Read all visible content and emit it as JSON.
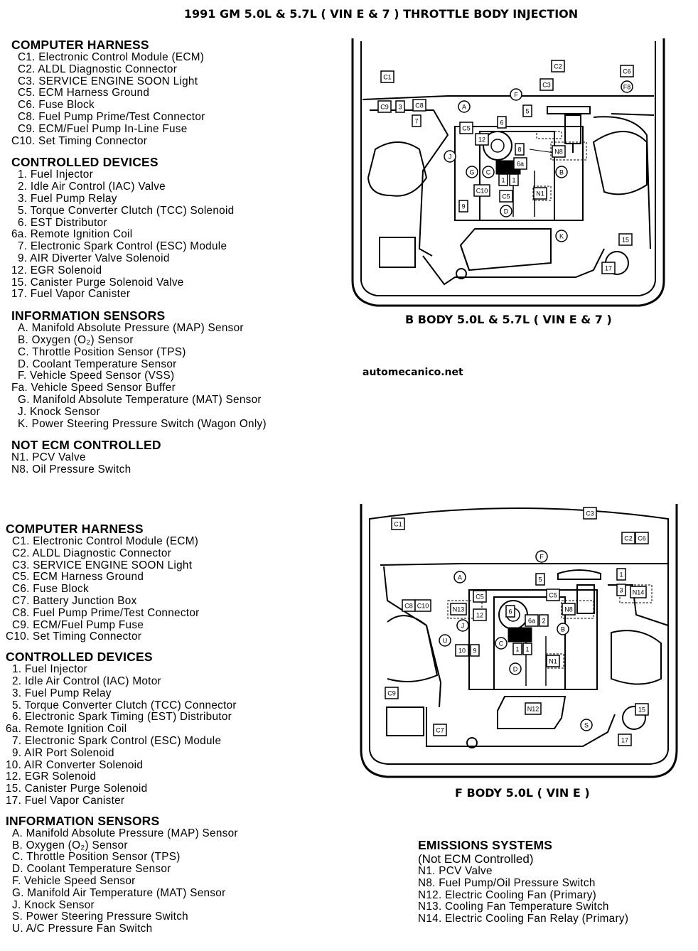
{
  "title": "1991 GM 5.0L & 5.7L ( VIN E & 7 ) THROTTLE BODY INJECTION",
  "website": "automecanico.net",
  "b_body": {
    "caption": "B BODY 5.0L & 5.7L ( VIN E & 7 )",
    "computer_harness": {
      "heading": "COMPUTER HARNESS",
      "items": [
        "C1. Electronic Control Module (ECM)",
        "C2. ALDL Diagnostic Connector",
        "C3. SERVICE ENGINE SOON Light",
        "C5. ECM Harness Ground",
        "C6. Fuse Block",
        "C8. Fuel Pump Prime/Test Connector",
        "C9. ECM/Fuel Pump In-Line Fuse",
        "C10. Set Timing Connector"
      ]
    },
    "controlled_devices": {
      "heading": "CONTROLLED DEVICES",
      "items": [
        "1. Fuel Injector",
        "2. Idle Air Control (IAC) Valve",
        "3. Fuel Pump Relay",
        "5. Torque Converter Clutch (TCC) Solenoid",
        "6. EST Distributor",
        "6a. Remote Ignition Coil",
        "7. Electronic Spark Control (ESC) Module",
        "9. AIR Diverter Valve Solenoid",
        "12. EGR Solenoid",
        "15. Canister Purge Solenoid Valve",
        "17. Fuel Vapor Canister"
      ]
    },
    "information_sensors": {
      "heading": "INFORMATION SENSORS",
      "items": [
        "A. Manifold Absolute Pressure (MAP) Sensor",
        "B. Oxygen (O₂) Sensor",
        "C. Throttle Position Sensor (TPS)",
        "D. Coolant Temperature Sensor",
        "F. Vehicle Speed Sensor (VSS)",
        "Fa. Vehicle Speed Sensor Buffer",
        "G. Manifold Absolute Temperature (MAT) Sensor",
        "J. Knock Sensor",
        "K. Power Steering Pressure Switch (Wagon Only)"
      ]
    },
    "not_ecm_controlled": {
      "heading": "NOT ECM CONTROLLED",
      "items": [
        "N1. PCV Valve",
        "N8. Oil Pressure Switch"
      ]
    },
    "diagram_labels": [
      "C1",
      "C2",
      "C3",
      "C6",
      "F8",
      "C9",
      "3",
      "C8",
      "7",
      "A",
      "F",
      "5",
      "C5",
      "6",
      "12",
      "8",
      "N8",
      "J",
      "6a",
      "G",
      "C",
      "1",
      "1",
      "B",
      "C10",
      "C5",
      "N1",
      "9",
      "D",
      "K",
      "15",
      "17"
    ]
  },
  "f_body": {
    "caption": "F BODY 5.0L ( VIN E )",
    "computer_harness": {
      "heading": "COMPUTER HARNESS",
      "items": [
        "C1. Electronic Control Module (ECM)",
        "C2. ALDL Diagnostic Connector",
        "C3. SERVICE ENGINE SOON Light",
        "C5. ECM Harness Ground",
        "C6. Fuse Block",
        "C7. Battery Junction Box",
        "C8. Fuel Pump Prime/Test Connector",
        "C9. ECM/Fuel Pump Fuse",
        "C10. Set Timing Connector"
      ]
    },
    "controlled_devices": {
      "heading": "CONTROLLED DEVICES",
      "items": [
        "1. Fuel Injector",
        "2. Idle Air Control (IAC) Motor",
        "3. Fuel Pump Relay",
        "5. Torque Converter Clutch (TCC) Connector",
        "6. Electronic Spark Timing (EST) Distributor",
        "6a. Remote Ignition Coil",
        "7. Electronic Spark Control (ESC) Module",
        "9. AIR Port Solenoid",
        "10. AIR Converter Solenoid",
        "12. EGR Solenoid",
        "15. Canister Purge Solenoid",
        "17. Fuel Vapor Canister"
      ]
    },
    "information_sensors": {
      "heading": "INFORMATION SENSORS",
      "items": [
        "A. Manifold Absolute Pressure (MAP) Sensor",
        "B. Oxygen (O₂) Sensor",
        "C. Throttle Position Sensor (TPS)",
        "D. Coolant Temperature Sensor",
        "F. Vehicle Speed Sensor",
        "G. Manifold Air Temperature (MAT) Sensor",
        "J. Knock Sensor",
        "S. Power Steering Pressure Switch",
        "U. A/C Pressure Fan Switch"
      ]
    },
    "emissions_systems": {
      "heading": "EMISSIONS SYSTEMS",
      "subheading": "(Not ECM Controlled)",
      "items": [
        "N1. PCV Valve",
        "N8. Fuel Pump/Oil Pressure Switch",
        "N12. Electric Cooling Fan (Primary)",
        "N13. Cooling Fan Temperature Switch",
        "N14. Electric Cooling Fan Relay (Primary)"
      ]
    },
    "diagram_labels": [
      "C1",
      "C3",
      "C2",
      "C6",
      "F",
      "A",
      "5",
      "1",
      "C5",
      "C5",
      "3",
      "N14",
      "C8",
      "C10",
      "N13",
      "12",
      "N8",
      "6",
      "6a",
      "2",
      "J",
      "B",
      "U",
      "10",
      "9",
      "C",
      "1",
      "1",
      "N1",
      "D",
      "C9",
      "N12",
      "C7",
      "S",
      "15",
      "17"
    ]
  }
}
